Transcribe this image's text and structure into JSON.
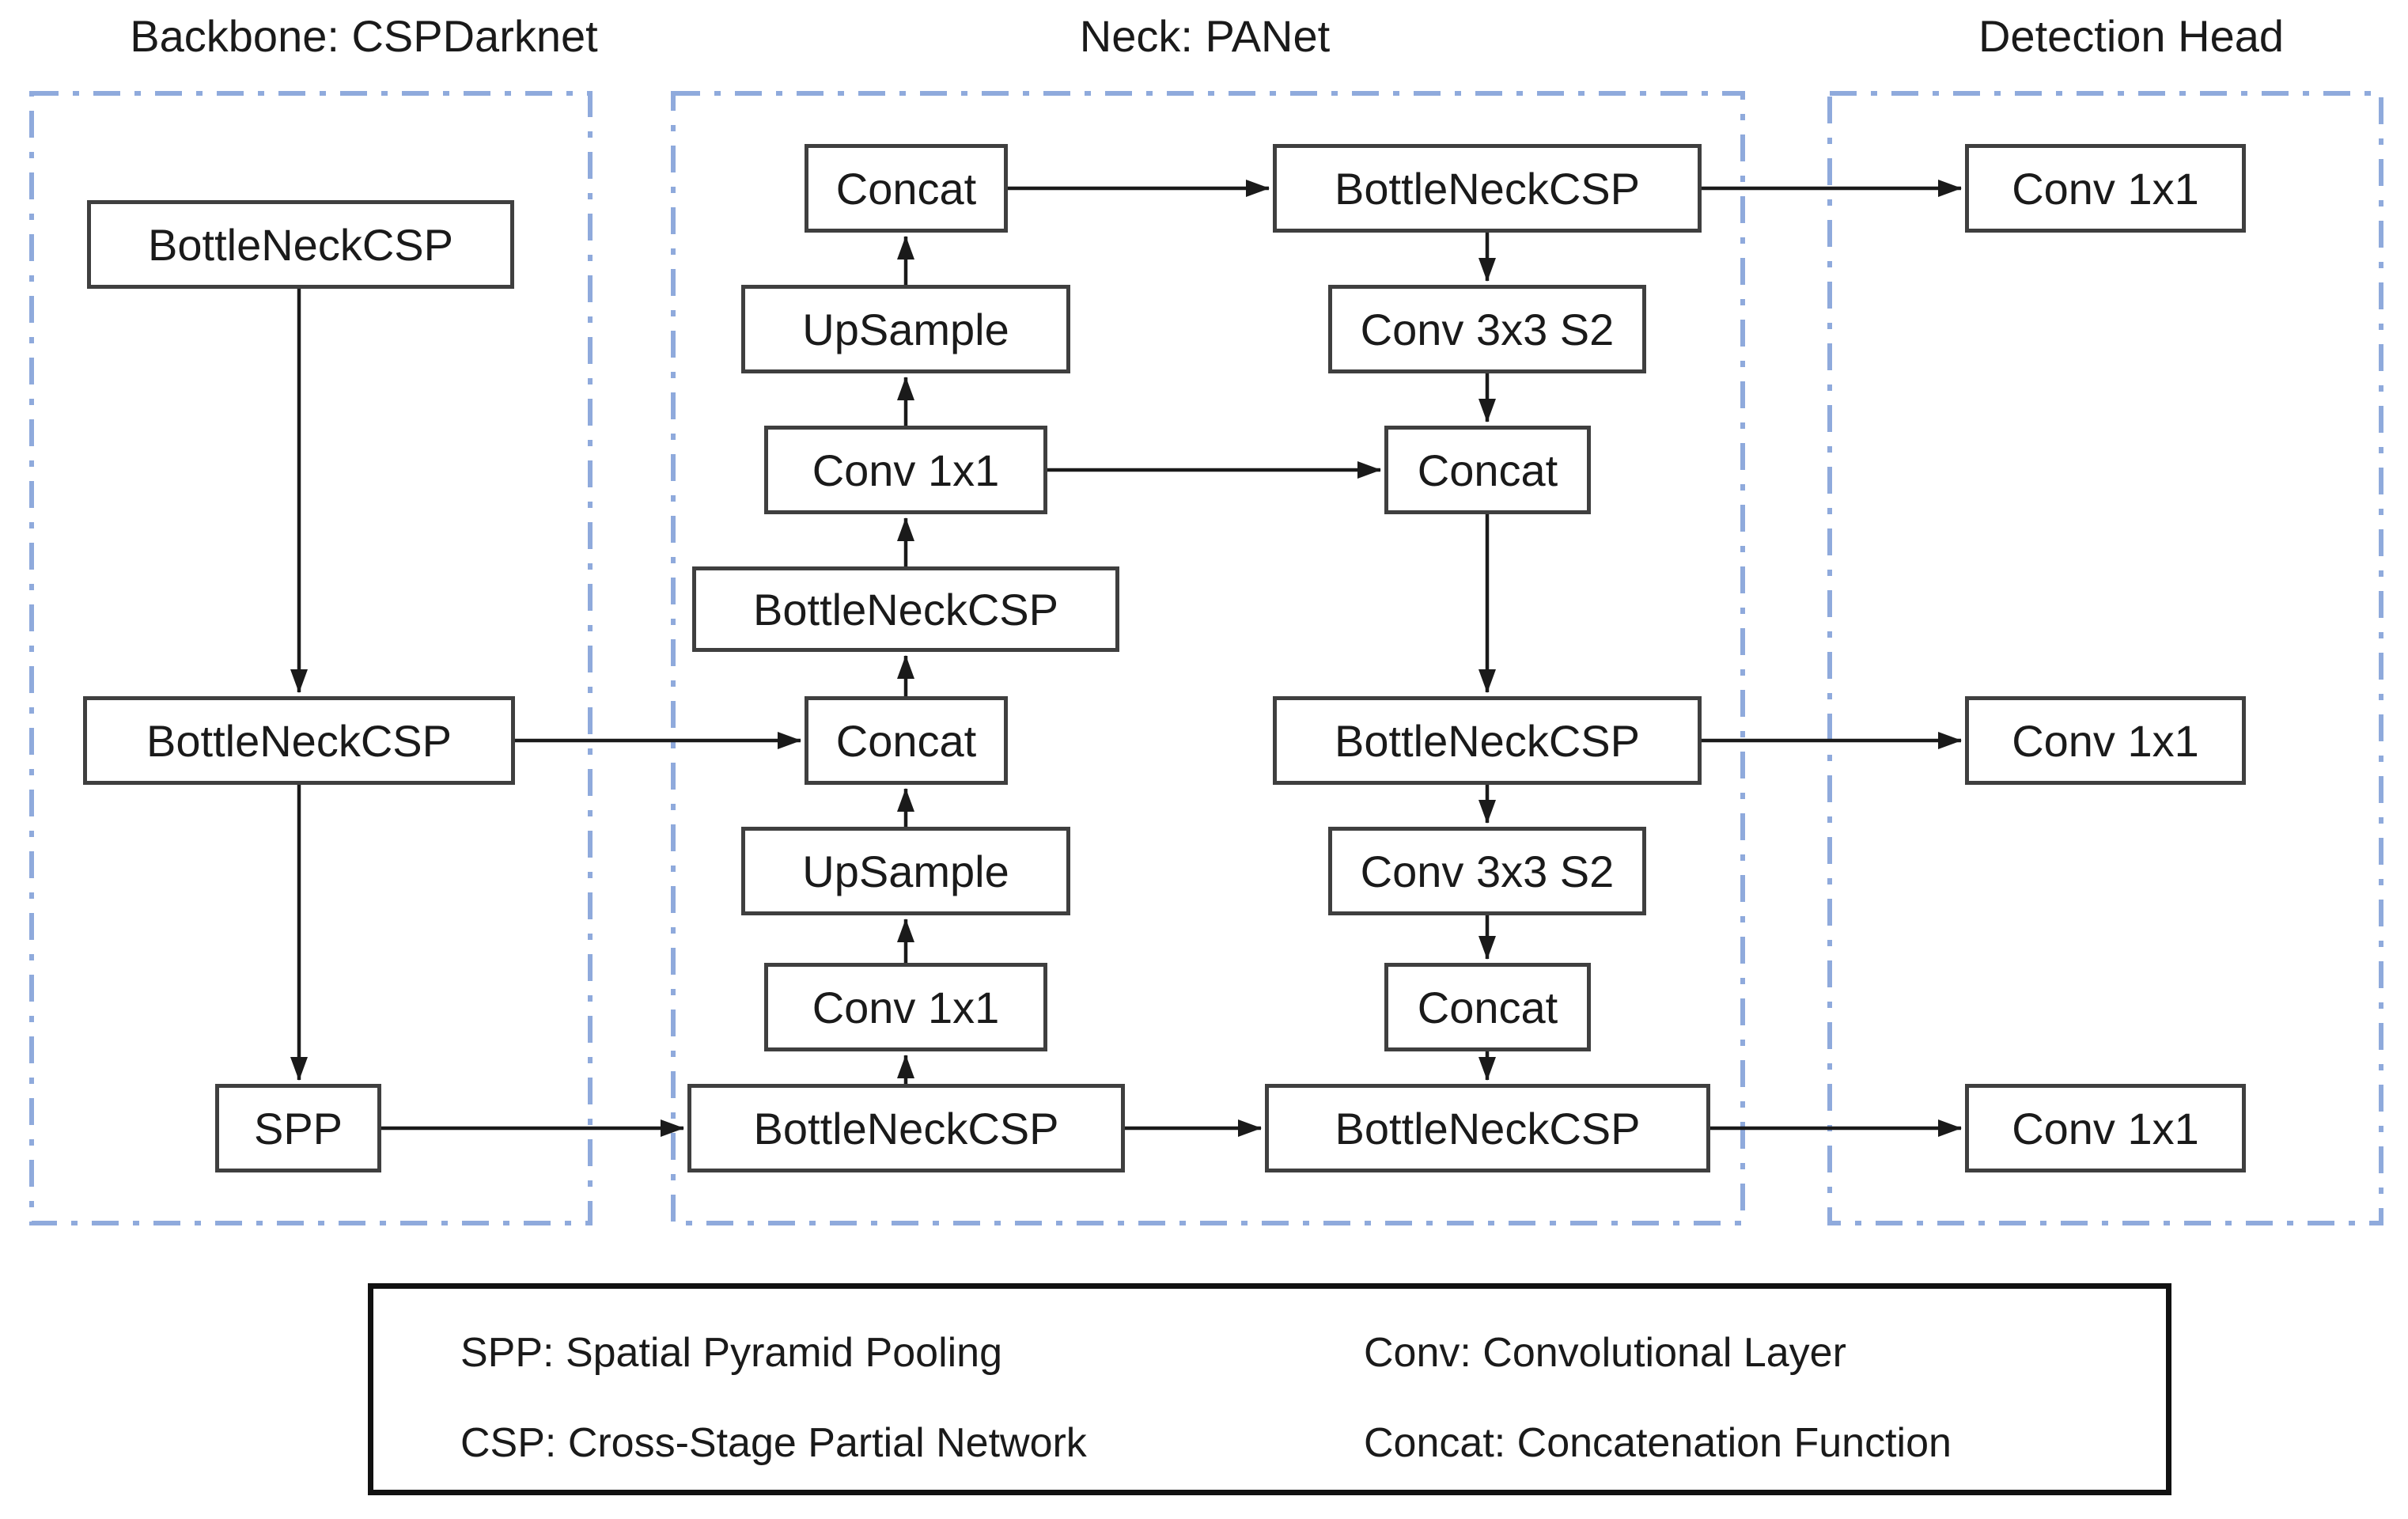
{
  "titles": {
    "backbone": "Backbone: CSPDarknet",
    "neck": "Neck: PANet",
    "head": "Detection Head"
  },
  "nodes": {
    "backbone_csp_1": "BottleNeckCSP",
    "backbone_csp_2": "BottleNeckCSP",
    "spp": "SPP",
    "neck_concat_top": "Concat",
    "neck_upsample_top": "UpSample",
    "neck_conv1x1_mid": "Conv 1x1",
    "neck_bncsp_mid": "BottleNeckCSP",
    "neck_concat_mid": "Concat",
    "neck_upsample_bottom": "UpSample",
    "neck_conv1x1_bottom": "Conv 1x1",
    "neck_bncsp_bottom": "BottleNeckCSP",
    "neck_bncsp_top_right": "BottleNeckCSP",
    "neck_conv3x3_top": "Conv 3x3 S2",
    "neck_concat_right": "Concat",
    "neck_bncsp_mid_right": "BottleNeckCSP",
    "neck_conv3x3_bottom": "Conv 3x3 S2",
    "neck_concat_bottom_right": "Concat",
    "neck_bncsp_bottom_right": "BottleNeckCSP",
    "head_conv1x1_top": "Conv 1x1",
    "head_conv1x1_mid": "Conv 1x1",
    "head_conv1x1_bottom": "Conv 1x1"
  },
  "legend": {
    "items": [
      "SPP: Spatial Pyramid Pooling",
      "CSP: Cross-Stage Partial Network",
      "Conv: Convolutional Layer",
      "Concat: Concatenation Function"
    ]
  },
  "colors": {
    "section_border": "#8FAADC",
    "box_border": "#3F3F3F",
    "arrow": "#1a1a1a",
    "text": "#1a1a1a"
  }
}
